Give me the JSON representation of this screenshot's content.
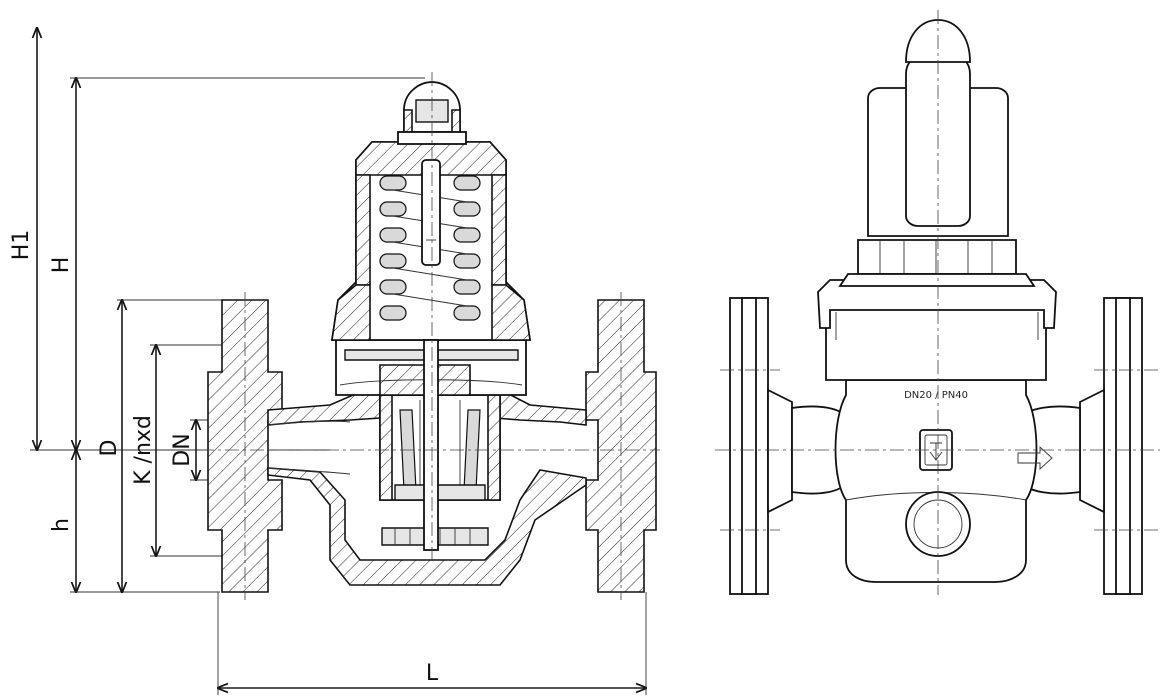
{
  "dimensions": {
    "H1": "H1",
    "H": "H",
    "D": "D",
    "K_nxd": "K /nxd",
    "DN": "DN",
    "h": "h",
    "L": "L"
  },
  "body_marking": "DN20 / PN40"
}
